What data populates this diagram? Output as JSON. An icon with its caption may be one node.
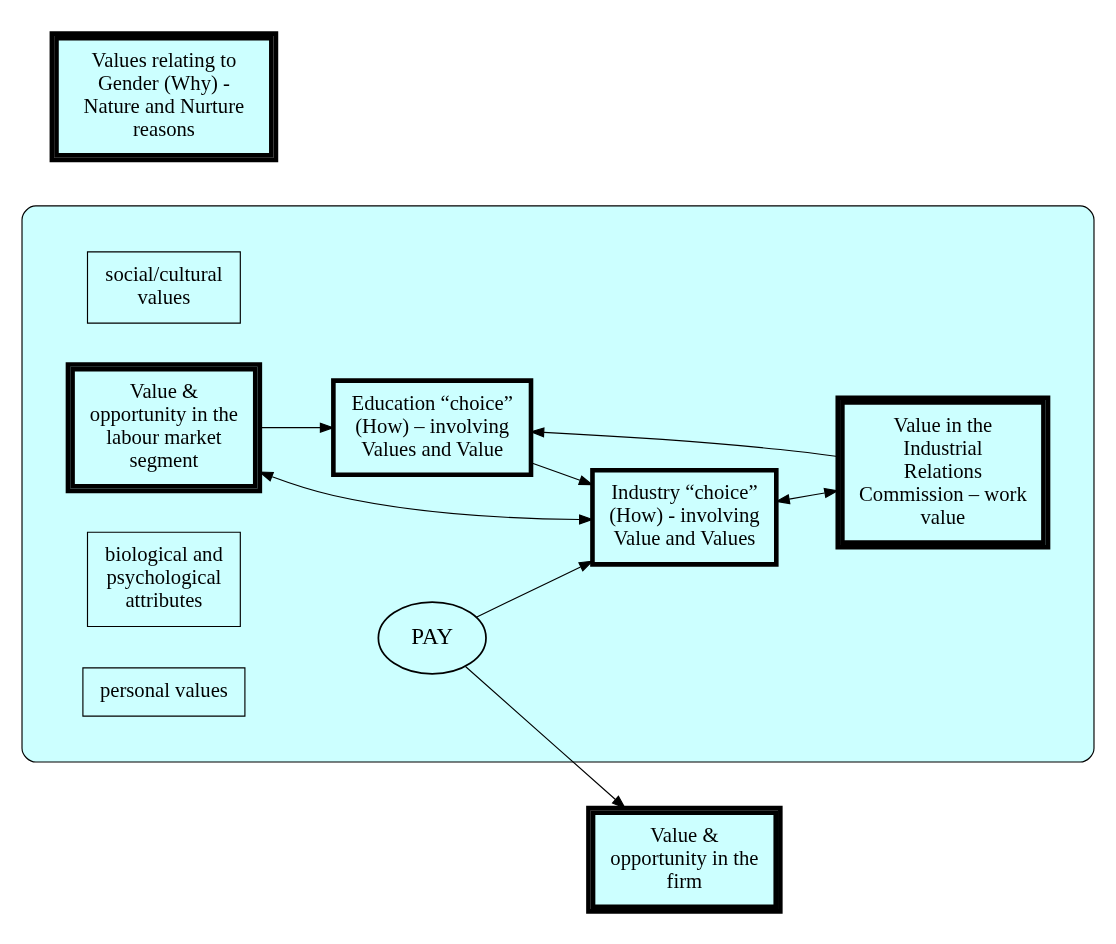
{
  "diagram": {
    "nodes": [
      {
        "text": [],
        "shape": "ellipse"
      },
      {
        "text": [
          "Values relating to Gender (Why) - Nature and Nurture reasons"
        ]
      },
      {
        "text": [
          "social/cultural values"
        ],
        "in": 0
      },
      {
        "text": [
          "Value & opportunity in the labour market segment"
        ],
        "in": 0
      },
      {
        "text": [
          "Education “choice” (How) – involving Values and Value"
        ],
        "in": 0
      },
      {
        "text": [
          "Industry “choice” (How) - involving Value and Values"
        ],
        "in": 0
      },
      {
        "text": [
          "PAY"
        ],
        "in": 0
      },
      {
        "text": [
          "Value & opportunity in the firm"
        ]
      },
      {
        "text": [
          "Value in the Industrial Relations Commission – work value"
        ],
        "in": 0
      },
      {
        "text": [
          "biological and psychological attributes"
        ],
        "in": 0
      },
      {
        "text": [
          "personal values"
        ],
        "in": 0
      }
    ],
    "edges": [
      {
        "from": 3,
        "to": 4,
        "arrow": "to"
      },
      {
        "from": 8,
        "to": 4,
        "arrow": "to"
      },
      {
        "from": 4,
        "to": 5,
        "arrow": "to"
      },
      {
        "from": 5,
        "to": 3,
        "arrow": "both"
      },
      {
        "from": 5,
        "to": 8,
        "arrow": "both"
      },
      {
        "from": 6,
        "to": 5,
        "arrow": "to"
      },
      {
        "from": 6,
        "to": 7,
        "arrow": "to"
      }
    ]
  }
}
